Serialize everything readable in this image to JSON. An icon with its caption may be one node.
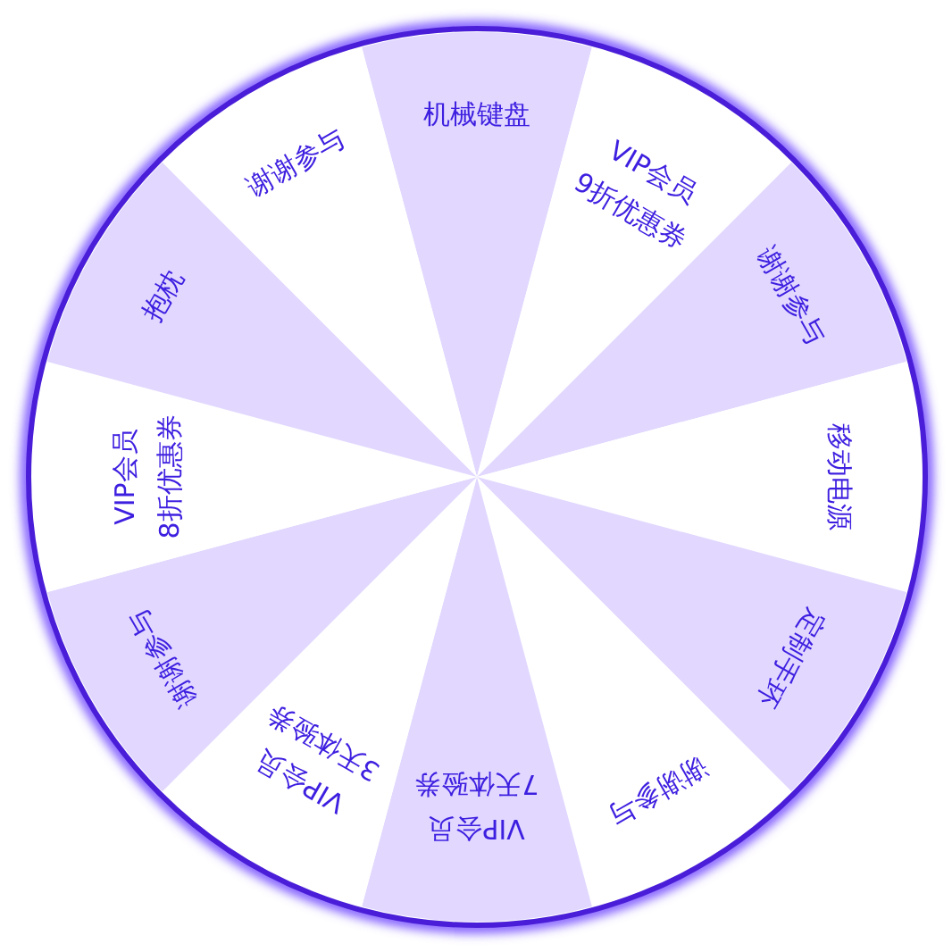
{
  "diagram": {
    "nodes": [
      {
        "text": [
          "机械键盘"
        ]
      },
      {
        "text": [
          "VIP会员",
          "9折优惠券"
        ]
      },
      {
        "text": [
          "谢谢参与"
        ]
      },
      {
        "text": [
          "移动电源"
        ]
      },
      {
        "text": [
          "定制手环"
        ]
      },
      {
        "text": [
          "谢谢参与"
        ]
      },
      {
        "text": [
          "VIP会员",
          "7天体验券"
        ]
      },
      {
        "text": [
          "VIP会员",
          "3天体验券"
        ]
      },
      {
        "text": [
          "谢谢参与"
        ]
      },
      {
        "text": [
          "VIP会员",
          "8折优惠券"
        ]
      },
      {
        "text": [
          "抱枕"
        ]
      },
      {
        "text": [
          "谢谢参与"
        ]
      }
    ]
  }
}
